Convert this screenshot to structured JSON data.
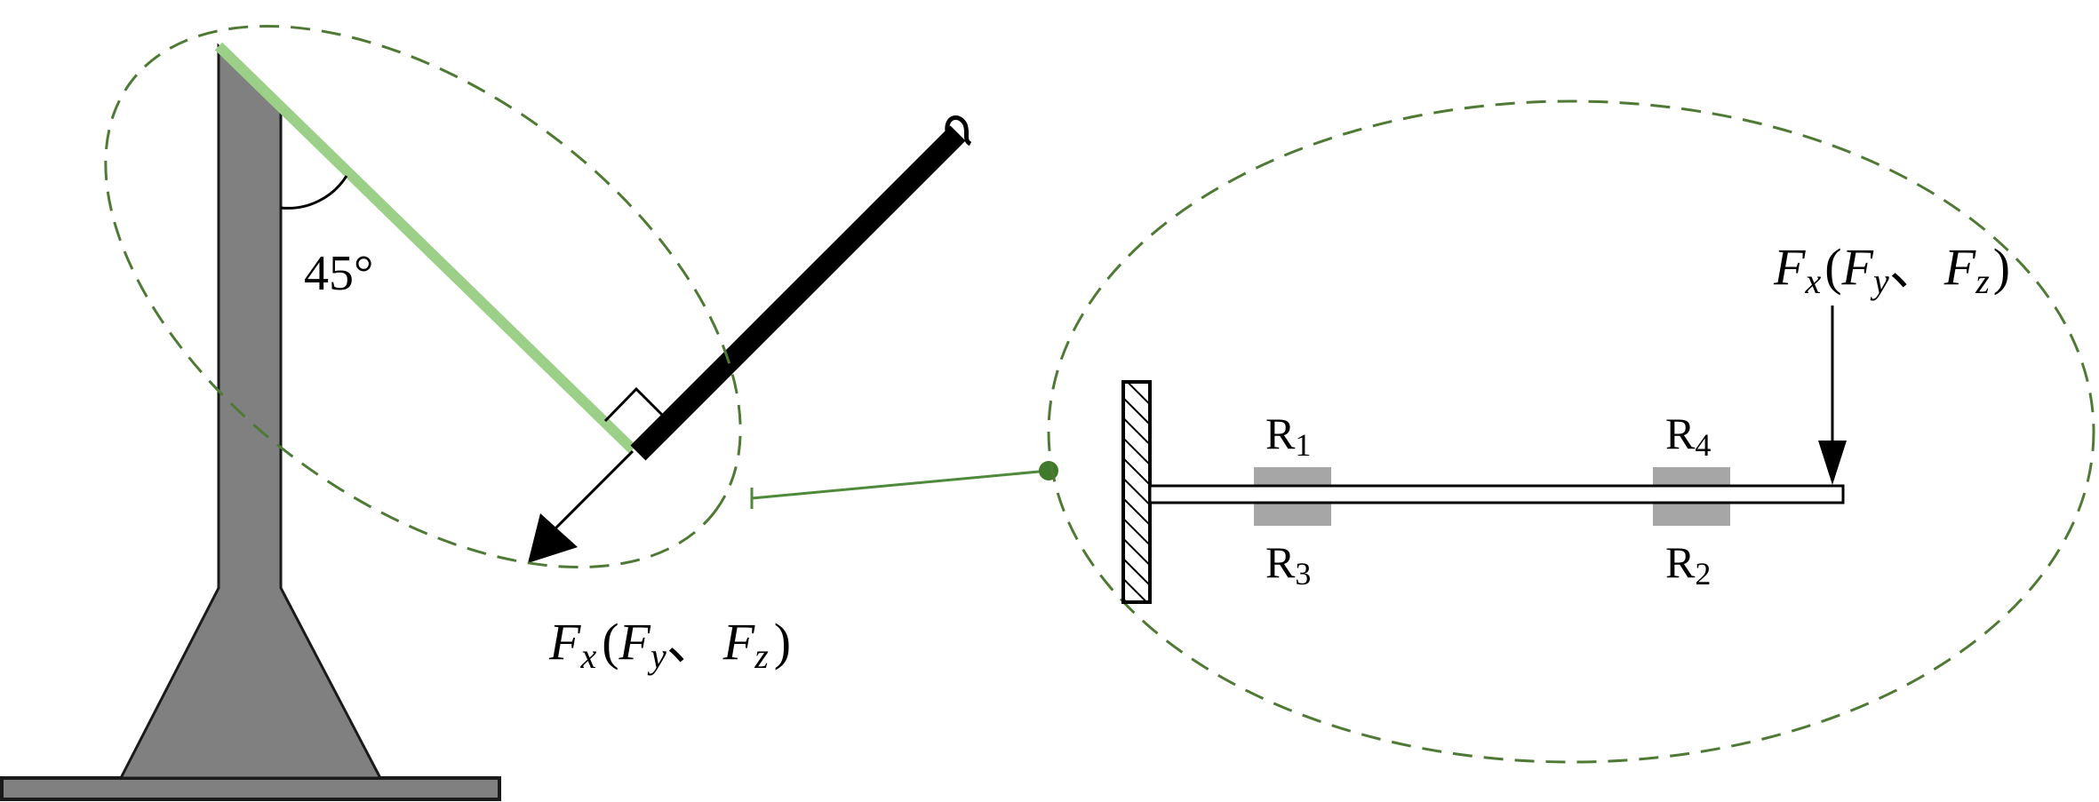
{
  "labels": {
    "angle": "45°",
    "force_left": {
      "fx": "F",
      "fx_sub": "x",
      "open_paren": "(",
      "fy": "F",
      "fy_sub": "y",
      "separator": "、",
      "fz": "F",
      "fz_sub": "z",
      "close_paren": ")"
    },
    "force_right": {
      "fx": "F",
      "fx_sub": "x",
      "open_paren": "(",
      "fy": "F",
      "fy_sub": "y",
      "separator": "、",
      "fz": "F",
      "fz_sub": "z",
      "close_paren": ")"
    },
    "gauges": {
      "r1": {
        "letter": "R",
        "sub": "1"
      },
      "r2": {
        "letter": "R",
        "sub": "2"
      },
      "r3": {
        "letter": "R",
        "sub": "3"
      },
      "r4": {
        "letter": "R",
        "sub": "4"
      }
    }
  },
  "colors": {
    "stand": "#808080",
    "stand_outline": "#1a1a1a",
    "link_green": "#9cd088",
    "rod_black": "#000000",
    "dashed_ellipse": "#4f7a35",
    "connector": "#4f8a3a",
    "connector_dot": "#3f7a2a",
    "gauge": "#a6a6a6",
    "beam": "#ffffff"
  },
  "icons": {
    "stand": "pedestal-stand-icon",
    "wall": "hatched-wall-support-icon",
    "force_arrow": "arrow-icon",
    "right_angle": "right-angle-marker-icon",
    "hook": "hook-icon"
  }
}
